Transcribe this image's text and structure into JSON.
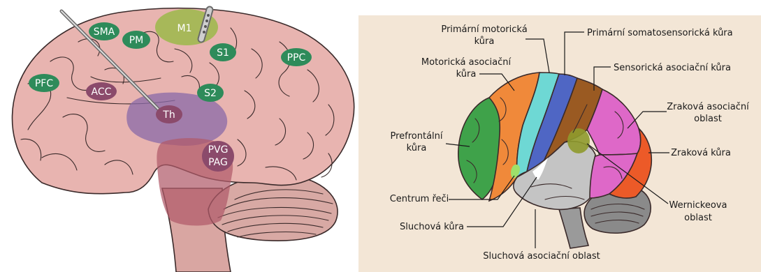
{
  "left_panel": {
    "regions": {
      "sma": "SMA",
      "pm": "PM",
      "m1": "M1",
      "s1": "S1",
      "ppc": "PPC",
      "pfc": "PFC",
      "acc": "ACC",
      "s2": "S2",
      "th": "Th",
      "pvg": "PVG",
      "pag": "PAG"
    }
  },
  "right_panel": {
    "labels": {
      "primary_motor": [
        "Primární motorická",
        "kůra"
      ],
      "primary_somatosensory": "Primární somatosensorická kůra",
      "motor_association": [
        "Motorická asociační",
        "kůra"
      ],
      "sensory_association": "Sensorická asociační kůra",
      "visual_association": [
        "Zraková asociační",
        "oblast"
      ],
      "prefrontal": [
        "Prefrontální",
        "kůra"
      ],
      "visual_cortex": "Zraková kůra",
      "speech_center": "Centrum řeči",
      "wernicke": [
        "Wernickeova",
        "oblast"
      ],
      "auditory_cortex": "Sluchová kůra",
      "auditory_association": "Sluchová asociační oblast"
    }
  },
  "colors": {
    "brain_pink": "#e8b4b0",
    "right_background": "#f3e6d6",
    "tag_green": "#2e8b5a",
    "tag_purple": "#8b4a6b",
    "m1_olive": "#9bb84a",
    "thalamus_purple": "#8a6aa8",
    "pvg_red": "#b05a6a",
    "prefrontal_green": "#3fa24a",
    "motor_orange": "#f0893a",
    "primary_motor_cyan": "#6ed8d4",
    "somatosensory_blue": "#4f66c4",
    "sensory_brown": "#9a5a22",
    "visual_assoc_pink": "#de68c8",
    "visual_red": "#ec5a28",
    "temporal_gray": "#c4c4c4",
    "speech_green": "#9ee06a",
    "wernicke_olive": "#8f9a2c",
    "cerebellum_gray": "#8a8a8a"
  }
}
